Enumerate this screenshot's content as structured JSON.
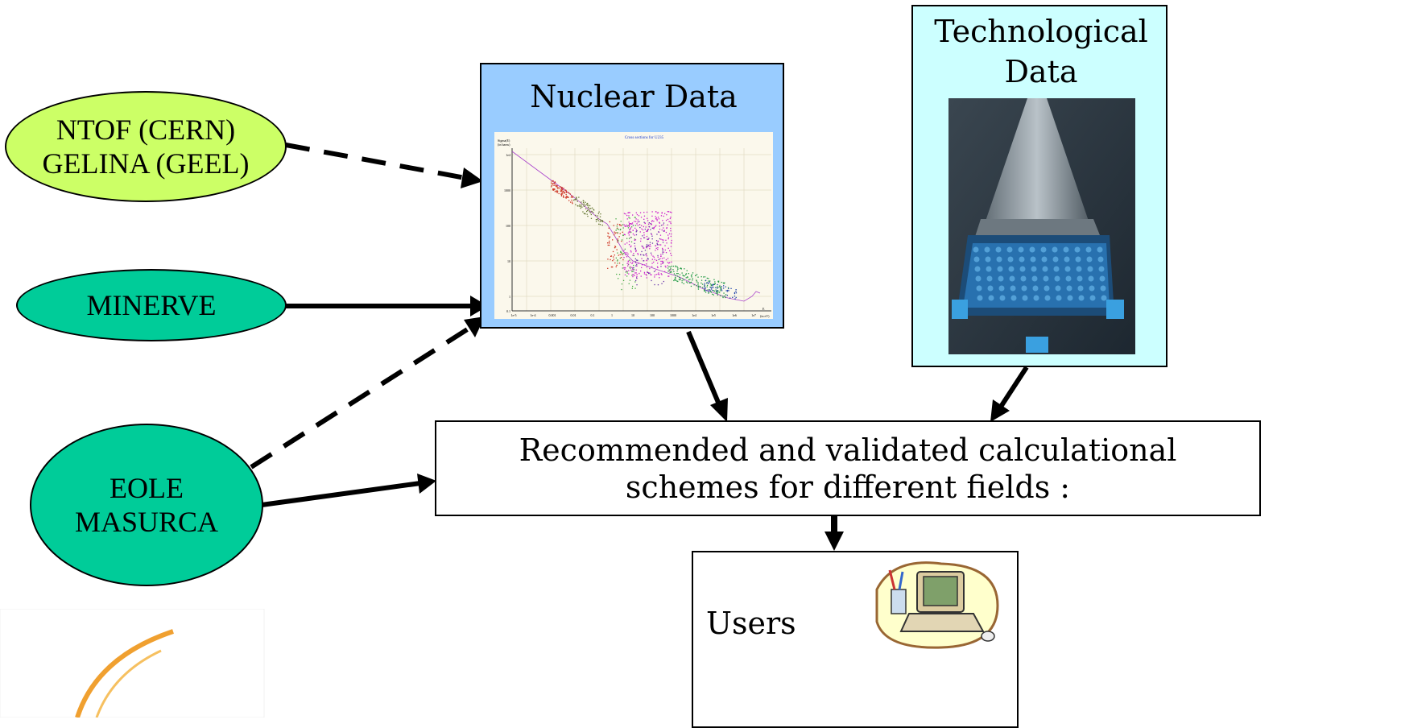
{
  "sources": {
    "ntof": {
      "line1": "NTOF (CERN)",
      "line2": "GELINA (GEEL)",
      "fill": "#ccff66"
    },
    "minerve": {
      "label": "MINERVE",
      "fill": "#00cc99"
    },
    "eole": {
      "line1": "EOLE",
      "line2": "MASURCA",
      "fill": "#00cc99"
    }
  },
  "nuclear_data": {
    "title": "Nuclear Data",
    "bg": "#99ccff",
    "plot": {
      "title": "Cross sections for U235",
      "ylabel_line1": "Sigma(E)",
      "ylabel_line2": "(in barns)",
      "xlabel_line1": "E",
      "xlabel_line2": "(in eV)",
      "y_ticks": [
        "1e4",
        "1000",
        "100",
        "10",
        "1",
        "0.1"
      ],
      "x_ticks": [
        "1e-5",
        "1e-4",
        "0.001",
        "0.01",
        "0.1",
        "1",
        "10",
        "100",
        "1000",
        "1e4",
        "1e5",
        "1e6",
        "1e7"
      ]
    }
  },
  "technological_data": {
    "line1": "Technological",
    "line2": "Data",
    "bg": "#ccffff"
  },
  "schemes": {
    "line1": "Recommended and validated calculational",
    "line2": "schemes for different fields :"
  },
  "users": {
    "label": "Users"
  },
  "icons": {
    "computer": "computer-clipart-icon",
    "logo": "logo-arc"
  }
}
